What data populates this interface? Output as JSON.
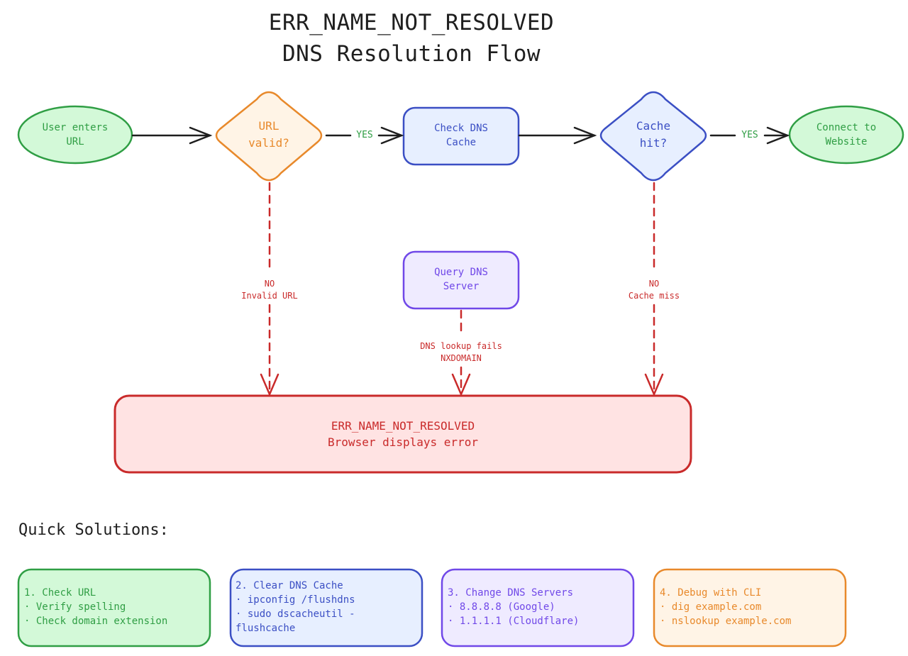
{
  "title": {
    "line1": "ERR_NAME_NOT_RESOLVED",
    "line2": "DNS Resolution Flow"
  },
  "colors": {
    "green": "#2f9e44",
    "green_fill": "#d3f9d8",
    "orange": "#e8892b",
    "orange_fill": "#fff4e6",
    "blue": "#3b4fc4",
    "blue_fill": "#e7efff",
    "purple": "#7048e8",
    "purple_fill": "#efebff",
    "red": "#c92a2a",
    "red_fill": "#ffe3e3",
    "ink": "#1e1e1e"
  },
  "nodes": {
    "start": {
      "lines": [
        "User enters",
        "URL"
      ],
      "shape": "ellipse",
      "color": "green"
    },
    "url_valid": {
      "lines": [
        "URL",
        "valid?"
      ],
      "shape": "diamond",
      "color": "orange"
    },
    "check_cache": {
      "lines": [
        "Check DNS",
        "Cache"
      ],
      "shape": "rounded-rect",
      "color": "blue"
    },
    "cache_hit": {
      "lines": [
        "Cache",
        "hit?"
      ],
      "shape": "diamond",
      "color": "blue"
    },
    "connect": {
      "lines": [
        "Connect to",
        "Website"
      ],
      "shape": "ellipse",
      "color": "green"
    },
    "query_dns": {
      "lines": [
        "Query DNS",
        "Server"
      ],
      "shape": "rounded-rect",
      "color": "purple"
    },
    "error": {
      "lines": [
        "ERR_NAME_NOT_RESOLVED",
        "Browser displays error"
      ],
      "shape": "rounded-rect",
      "color": "red"
    }
  },
  "edges": {
    "yes_1": {
      "lines": [
        "YES"
      ]
    },
    "yes_2": {
      "lines": [
        "YES"
      ]
    },
    "invalid": {
      "lines": [
        "NO",
        "Invalid URL"
      ]
    },
    "lookup_fails": {
      "lines": [
        "DNS lookup fails",
        "NXDOMAIN"
      ]
    },
    "cache_miss": {
      "lines": [
        "NO",
        "Cache miss"
      ]
    }
  },
  "solutions": {
    "heading": "Quick Solutions:",
    "cards": [
      {
        "title": "1. Check URL",
        "items": [
          "· Verify spelling",
          "· Check domain extension"
        ],
        "color": "green"
      },
      {
        "title": "2. Clear DNS Cache",
        "items": [
          "· ipconfig /flushdns",
          "· sudo dscacheutil -",
          "flushcache"
        ],
        "color": "blue"
      },
      {
        "title": "3. Change DNS Servers",
        "items": [
          "· 8.8.8.8 (Google)",
          "· 1.1.1.1 (Cloudflare)"
        ],
        "color": "purple"
      },
      {
        "title": "4. Debug with CLI",
        "items": [
          "· dig example.com",
          "· nslookup example.com"
        ],
        "color": "orange"
      }
    ]
  }
}
